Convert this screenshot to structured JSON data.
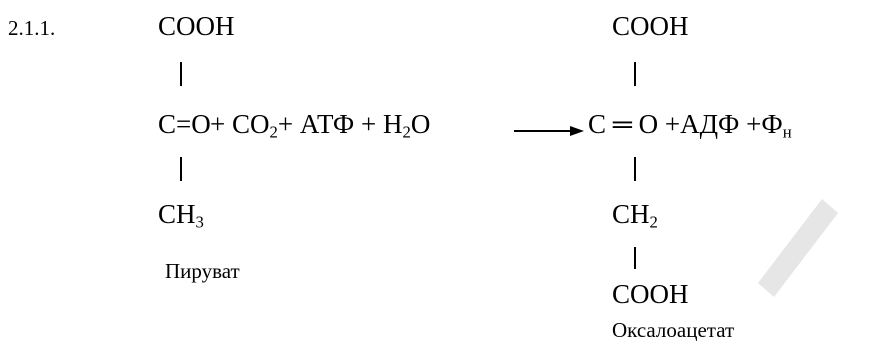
{
  "equation_number": "2.1.1.",
  "left_molecule": {
    "top_group": "COOH",
    "center_group": "C=O",
    "bottom_main": "CH",
    "bottom_sub": "3",
    "caption": "Пируват"
  },
  "reactants": {
    "plus_1": " + ",
    "co2_main": "CO",
    "co2_sub": "2",
    "plus_2": "+ ",
    "atp": "АТФ",
    "plus_3": " + ",
    "water_h": "H",
    "water_sub": "2",
    "water_o": "O"
  },
  "right_molecule": {
    "top_group": "COOH",
    "center_c": "C",
    "center_bond": "═",
    "center_o": "O",
    "ch2_main": "CH",
    "ch2_sub": "2",
    "bottom_group": "COOH",
    "caption": "Оксалоацетат"
  },
  "products": {
    "adp": " +АДФ +",
    "phosphate_main": "Ф",
    "phosphate_sub": "н"
  },
  "colors": {
    "text": "#000000",
    "watermark": "#e6e6e6"
  }
}
